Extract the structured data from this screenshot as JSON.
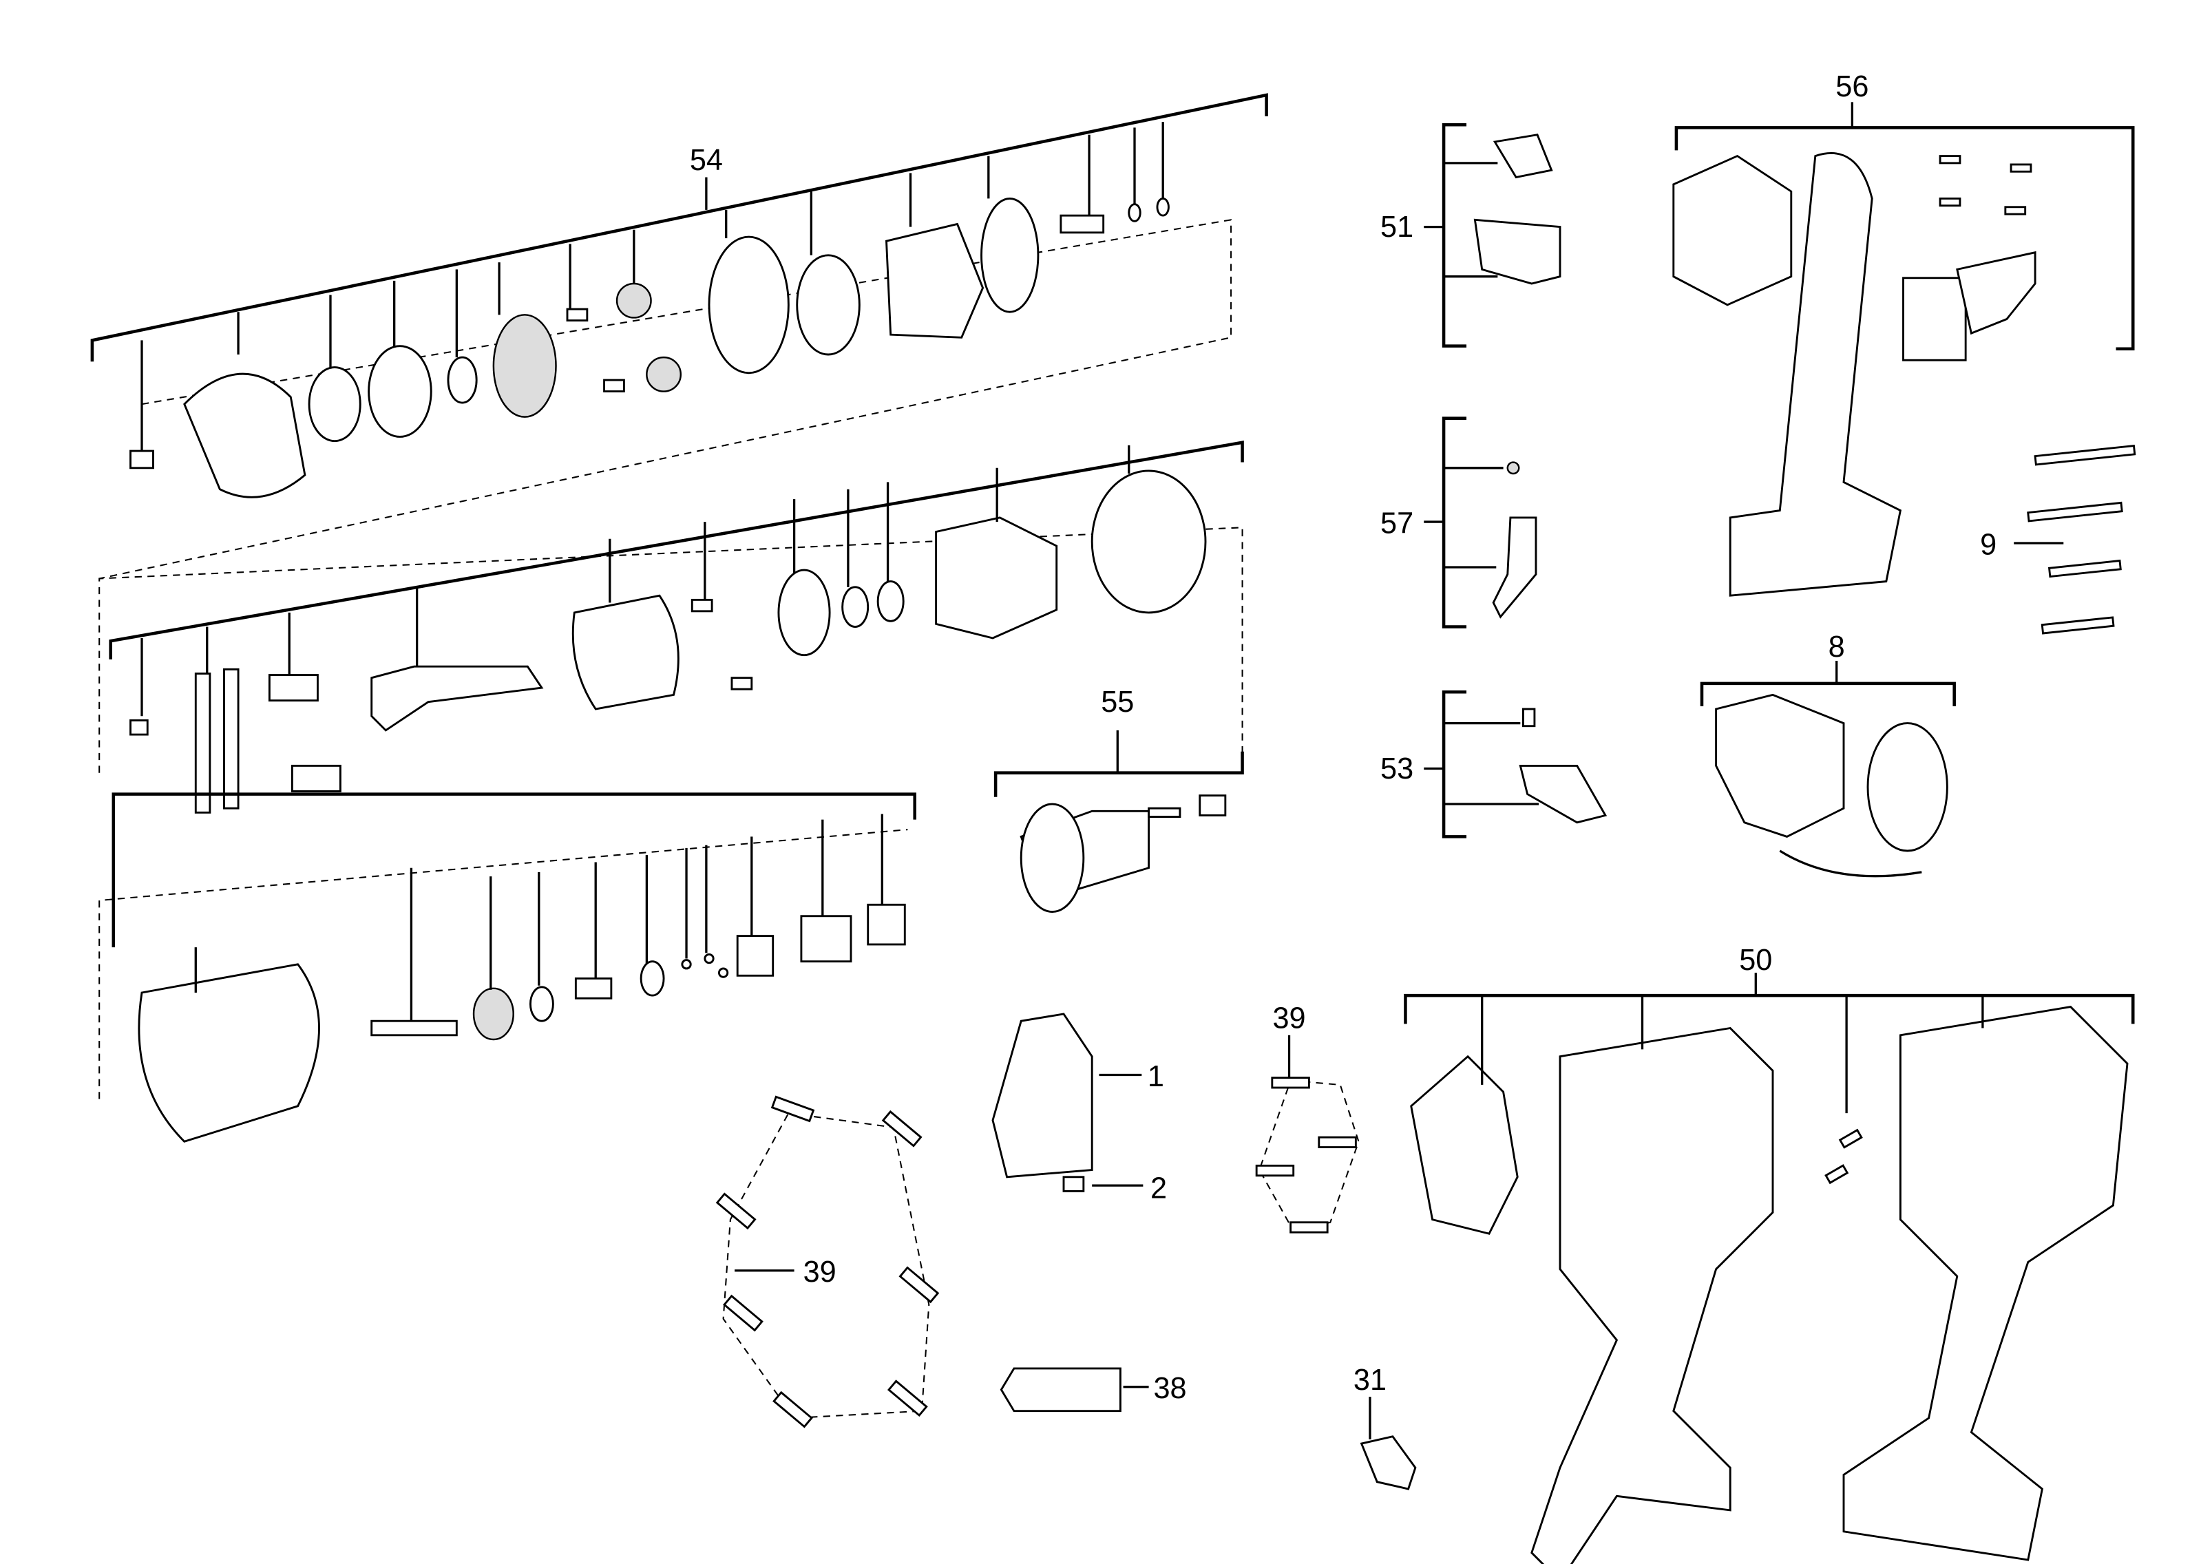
{
  "diagram": {
    "type": "exploded-parts-view",
    "callouts": {
      "c54": "54",
      "c55": "55",
      "c56": "56",
      "c51": "51",
      "c57": "57",
      "c53": "53",
      "c8": "8",
      "c9": "9",
      "c50": "50",
      "c1": "1",
      "c2": "2",
      "c39a": "39",
      "c39b": "39",
      "c38": "38",
      "c31": "31"
    }
  }
}
